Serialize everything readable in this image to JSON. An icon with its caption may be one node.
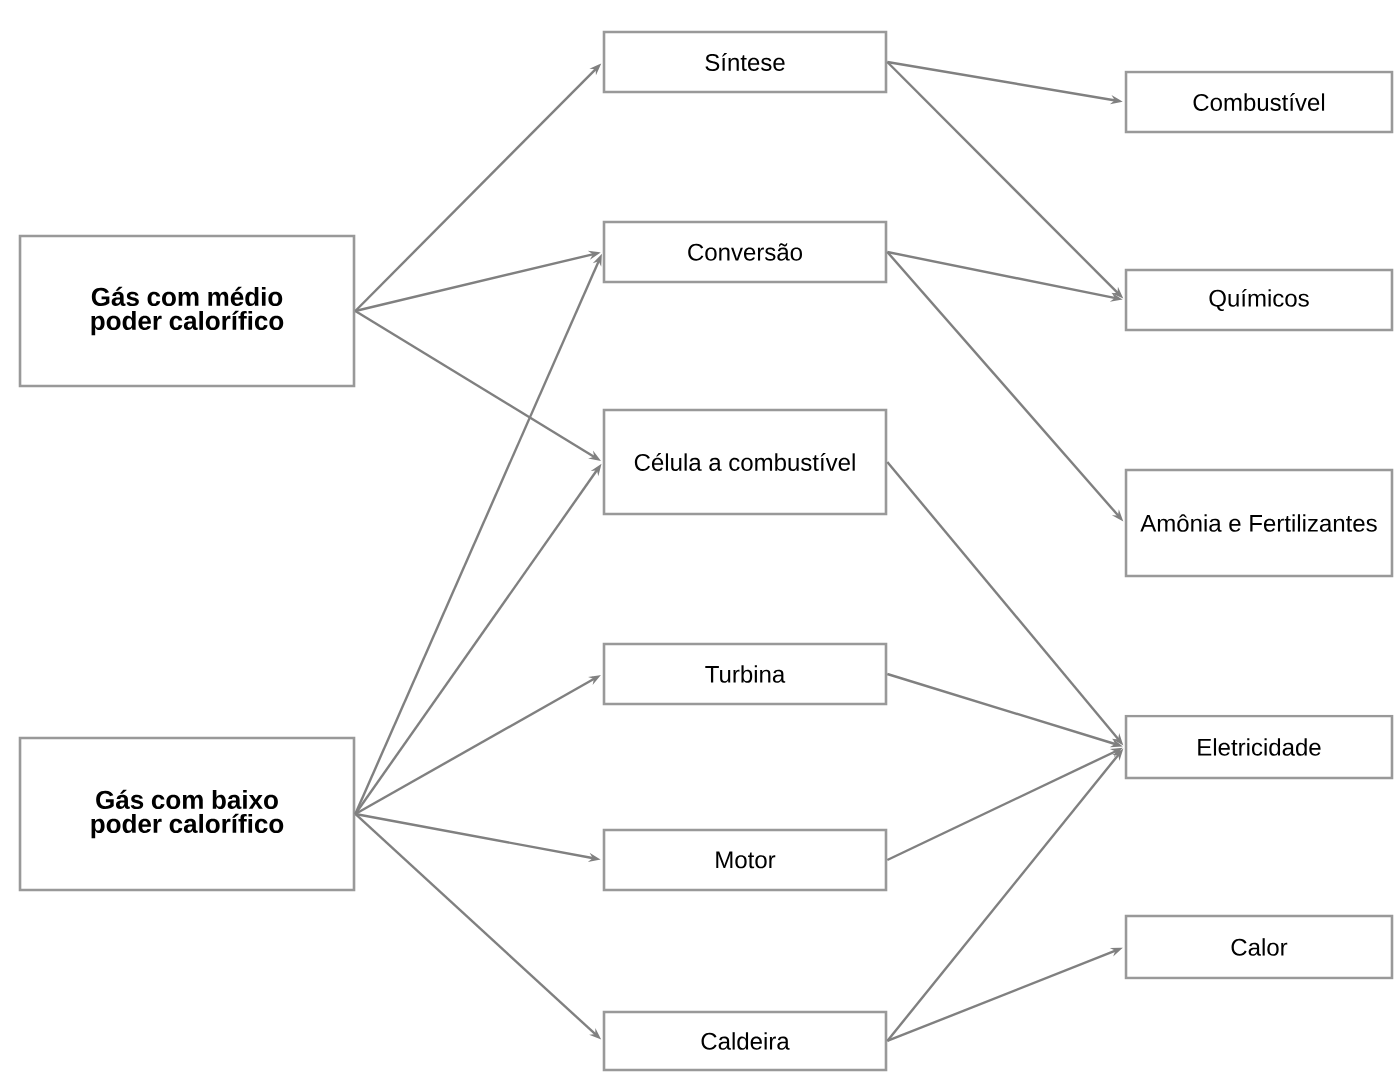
{
  "diagram": {
    "nodes": [
      {
        "text": [
          "Gás com médio poder calorífico"
        ]
      },
      {
        "text": [
          "Gás com baixo poder calorífico"
        ]
      },
      {
        "text": [
          "Síntese"
        ]
      },
      {
        "text": [
          "Conversão"
        ]
      },
      {
        "text": [
          "Célula a combustível"
        ]
      },
      {
        "text": [
          "Turbina"
        ]
      },
      {
        "text": [
          "Motor"
        ]
      },
      {
        "text": [
          "Caldeira"
        ]
      },
      {
        "text": [
          "Combustível"
        ]
      },
      {
        "text": [
          "Químicos"
        ]
      },
      {
        "text": [
          "Amônia e Fertilizantes"
        ]
      },
      {
        "text": [
          "Eletricidade"
        ]
      },
      {
        "text": [
          "Calor"
        ]
      }
    ],
    "edges": [
      {
        "from": 0,
        "to": 2,
        "arrow": "to"
      },
      {
        "from": 0,
        "to": 3,
        "arrow": "to"
      },
      {
        "from": 0,
        "to": 4,
        "arrow": "to"
      },
      {
        "from": 1,
        "to": 3,
        "arrow": "to"
      },
      {
        "from": 1,
        "to": 4,
        "arrow": "to"
      },
      {
        "from": 1,
        "to": 5,
        "arrow": "to"
      },
      {
        "from": 1,
        "to": 6,
        "arrow": "to"
      },
      {
        "from": 1,
        "to": 7,
        "arrow": "to"
      },
      {
        "from": 2,
        "to": 8,
        "arrow": "to"
      },
      {
        "from": 2,
        "to": 9,
        "arrow": "to"
      },
      {
        "from": 3,
        "to": 9,
        "arrow": "to"
      },
      {
        "from": 3,
        "to": 10,
        "arrow": "to"
      },
      {
        "from": 4,
        "to": 11,
        "arrow": "to"
      },
      {
        "from": 5,
        "to": 11,
        "arrow": "to"
      },
      {
        "from": 6,
        "to": 11,
        "arrow": "to"
      },
      {
        "from": 7,
        "to": 11,
        "arrow": "to"
      },
      {
        "from": 7,
        "to": 12,
        "arrow": "to"
      }
    ]
  }
}
